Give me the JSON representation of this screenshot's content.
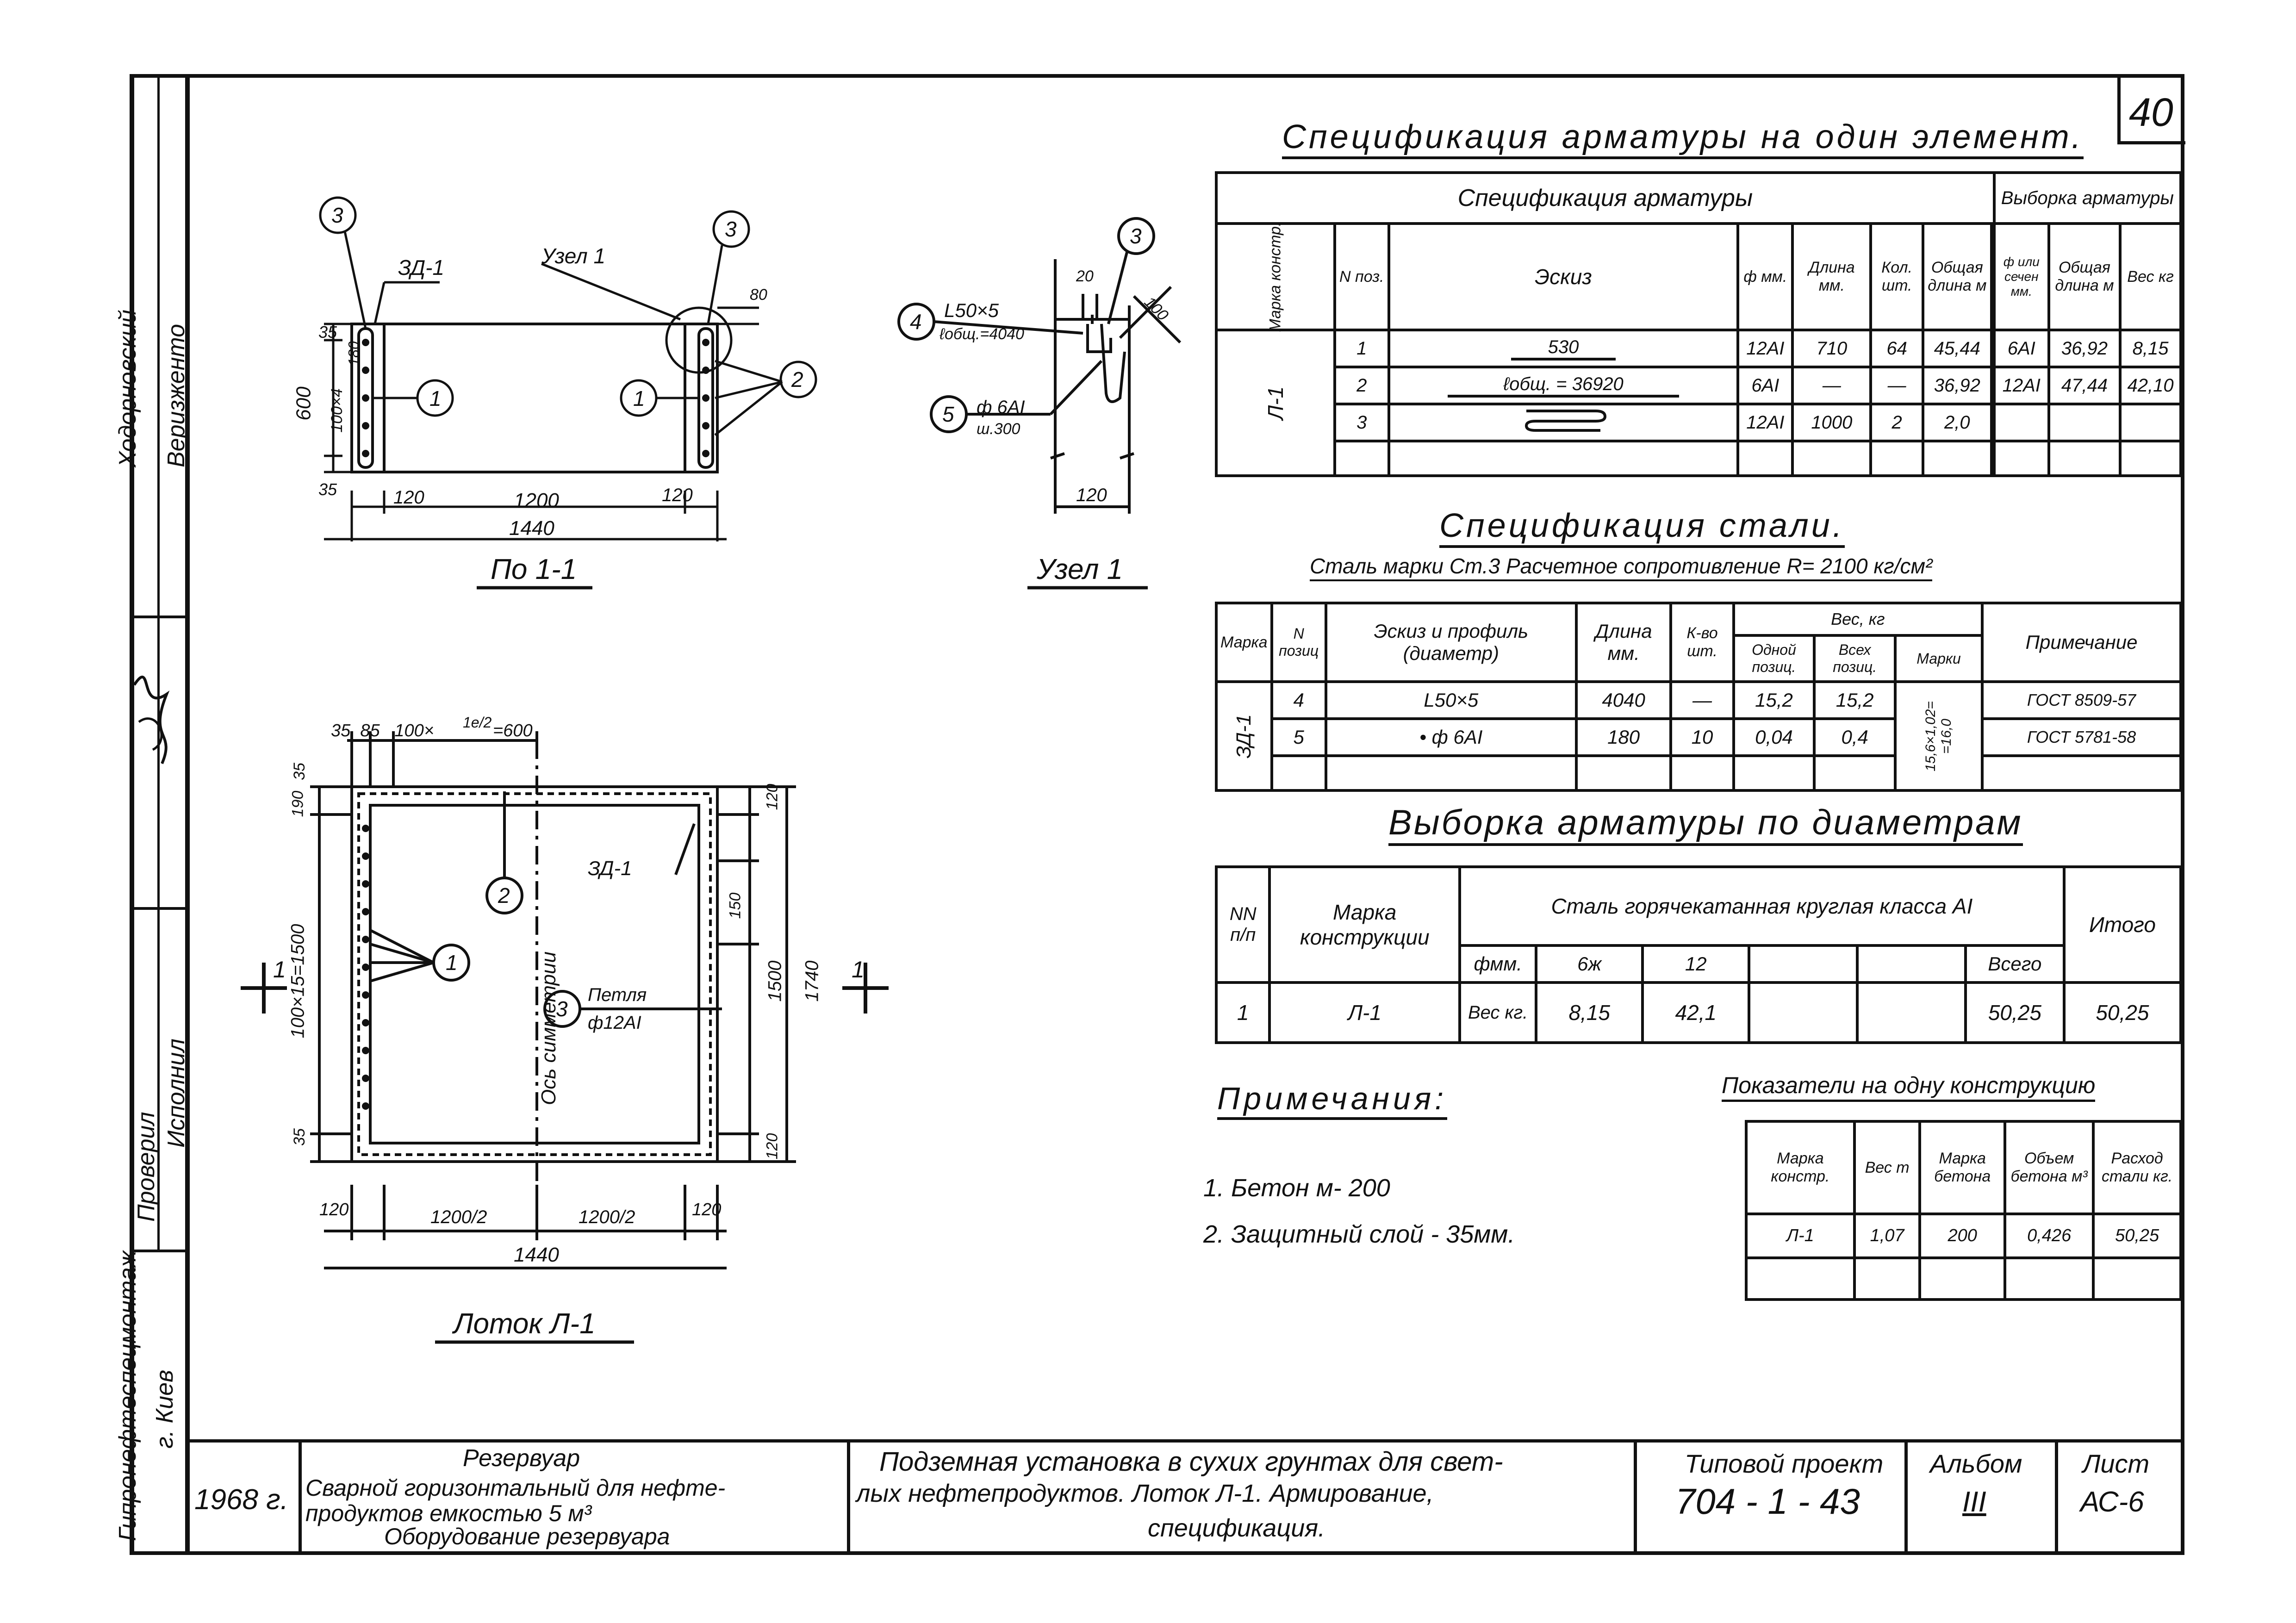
{
  "sheet_number": "40",
  "margin_labels": {
    "drawer_role": "Ходорновский",
    "checker_role": "Веризженто",
    "proveril": "Проверил",
    "ispolnil": "Исполнил",
    "org": "Гипронефтеспецмонтаж",
    "city": "г. Киев"
  },
  "views": {
    "section_title": "По 1-1",
    "node_title": "Узел 1",
    "plan_title": "Лоток Л-1"
  },
  "section_labels": {
    "zd": "ЗД-1",
    "uzel": "Узел 1",
    "d35a": "35",
    "d180": "180",
    "d600": "600",
    "d100x4": "100×4",
    "d35b": "35",
    "d120a": "120",
    "d1200": "1200",
    "d120b": "120",
    "d1440": "1440",
    "d80": "80",
    "c1": "1",
    "c1b": "1",
    "c2": "2",
    "c3": "3",
    "c3b": "3"
  },
  "node_labels": {
    "angle": "L50×5",
    "angle_len": "ℓобщ.=4040",
    "bar": "ф 6AI",
    "bar_step": "ш.300",
    "d20": "20",
    "d100": "100",
    "d120": "120",
    "c3": "3",
    "c4": "4",
    "c5": "5"
  },
  "plan_labels": {
    "top_dims": "35  85   100×",
    "top_frac": "1е/2",
    "top_600": "=600",
    "d190": "190",
    "d35": "35",
    "d35b": "35",
    "d100x15": "100×15=1500",
    "d120top": "120",
    "d150": "150",
    "d1500": "1500",
    "d1740": "1740",
    "d120bot": "120",
    "d120a": "120",
    "d1200a": "1200/2",
    "d1200b": "1200/2",
    "d120b": "120",
    "d1440": "1440",
    "zd": "ЗД-1",
    "axis": "Ось симметрии",
    "loop": "Петля",
    "loop_bar": "ф12AI",
    "cut_left": "1",
    "cut_right": "1",
    "c1": "1",
    "c2": "2",
    "c3": "3"
  },
  "spec_rebar": {
    "title": "Спецификация арматуры на один элемент.",
    "head_main": "Спецификация арматуры",
    "head_select": "Выборка арматуры",
    "h_mark": "Марка констр.",
    "h_pos": "N поз.",
    "h_sketch": "Эскиз",
    "h_phi": "ф мм.",
    "h_len": "Длина мм.",
    "h_qty": "Кол. шт.",
    "h_total": "Общая длина м",
    "h_sel_phi": "ф или сечен мм.",
    "h_sel_len": "Общая длина м",
    "h_sel_w": "Вес кг",
    "mark": "Л-1",
    "rows": [
      {
        "pos": "1",
        "sketch": "530",
        "phi": "12AI",
        "len": "710",
        "qty": "64",
        "total": "45,44",
        "sphi": "6AI",
        "slen": "36,92",
        "sw": "8,15"
      },
      {
        "pos": "2",
        "sketch": "ℓобщ. = 36920",
        "phi": "6AI",
        "len": "—",
        "qty": "—",
        "total": "36,92",
        "sphi": "12AI",
        "slen": "47,44",
        "sw": "42,10"
      },
      {
        "pos": "3",
        "sketch": "",
        "phi": "12AI",
        "len": "1000",
        "qty": "2",
        "total": "2,0",
        "sphi": "",
        "slen": "",
        "sw": ""
      }
    ]
  },
  "spec_steel": {
    "title": "Спецификация стали.",
    "subtitle": "Сталь марки Ст.3 Расчетное сопротивление R= 2100 кг/см²",
    "h_mark": "Марка",
    "h_pos": "N позиц",
    "h_profile": "Эскиз и профиль (диаметр)",
    "h_len": "Длина мм.",
    "h_qty": "К-во шт.",
    "h_weight": "Вес, кг",
    "h_one": "Одной позиц.",
    "h_all": "Всех позиц.",
    "h_markw": "Марки",
    "h_note": "Примечание",
    "mark": "ЗД-1",
    "mark_weight": "15,6×1,02= =16,0",
    "rows": [
      {
        "pos": "4",
        "profile": "L50×5",
        "len": "4040",
        "qty": "—",
        "one": "15,2",
        "all": "15,2",
        "note": "ГОСТ 8509-57"
      },
      {
        "pos": "5",
        "profile": "• ф 6AI",
        "len": "180",
        "qty": "10",
        "one": "0,04",
        "all": "0,4",
        "note": "ГОСТ 5781-58"
      }
    ]
  },
  "selection": {
    "title": "Выборка арматуры по диаметрам",
    "h_num": "NN п/п",
    "h_mark": "Марка конструкции",
    "h_steel": "Сталь горячекатанная круглая класса AI",
    "h_total": "Итого",
    "h_phi": "фмм.",
    "d1": "6ж",
    "d2": "12",
    "h_all": "Всего",
    "r_num": "1",
    "r_mark": "Л-1",
    "r_unit": "Вес кг.",
    "r_v1": "8,15",
    "r_v2": "42,1",
    "r_all": "50,25",
    "r_total": "50,25"
  },
  "notes": {
    "title": "Примечания:",
    "n1": "1. Бетон м- 200",
    "n2": "2. Защитный слой - 35мм."
  },
  "indicators": {
    "title": "Показатели на одну конструкцию",
    "h_mark": "Марка констр.",
    "h_weight": "Вес т",
    "h_concrete": "Марка бетона",
    "h_volume": "Объем бетона м³",
    "h_steel": "Расход стали кг.",
    "mark": "Л-1",
    "weight": "1,07",
    "concrete": "200",
    "volume": "0,426",
    "steel": "50,25"
  },
  "title_block": {
    "year": "1968 г.",
    "object_title": "Резервуар",
    "object_desc1": "Сварной горизонтальный для нефте-",
    "object_desc2": "продуктов емкостью 5 м³",
    "object_desc3": "Оборудование резервуара",
    "sheet_desc1": "Подземная установка в сухих грунтах для свет-",
    "sheet_desc2": "лых нефтепродуктов. Лоток Л-1. Армирование,",
    "sheet_desc3": "спецификация.",
    "project_label": "Типовой проект",
    "project_no": "704 - 1 - 43",
    "album_label": "Альбом",
    "album_no": "III",
    "sheet_label": "Лист",
    "sheet_no": "АС-6"
  }
}
